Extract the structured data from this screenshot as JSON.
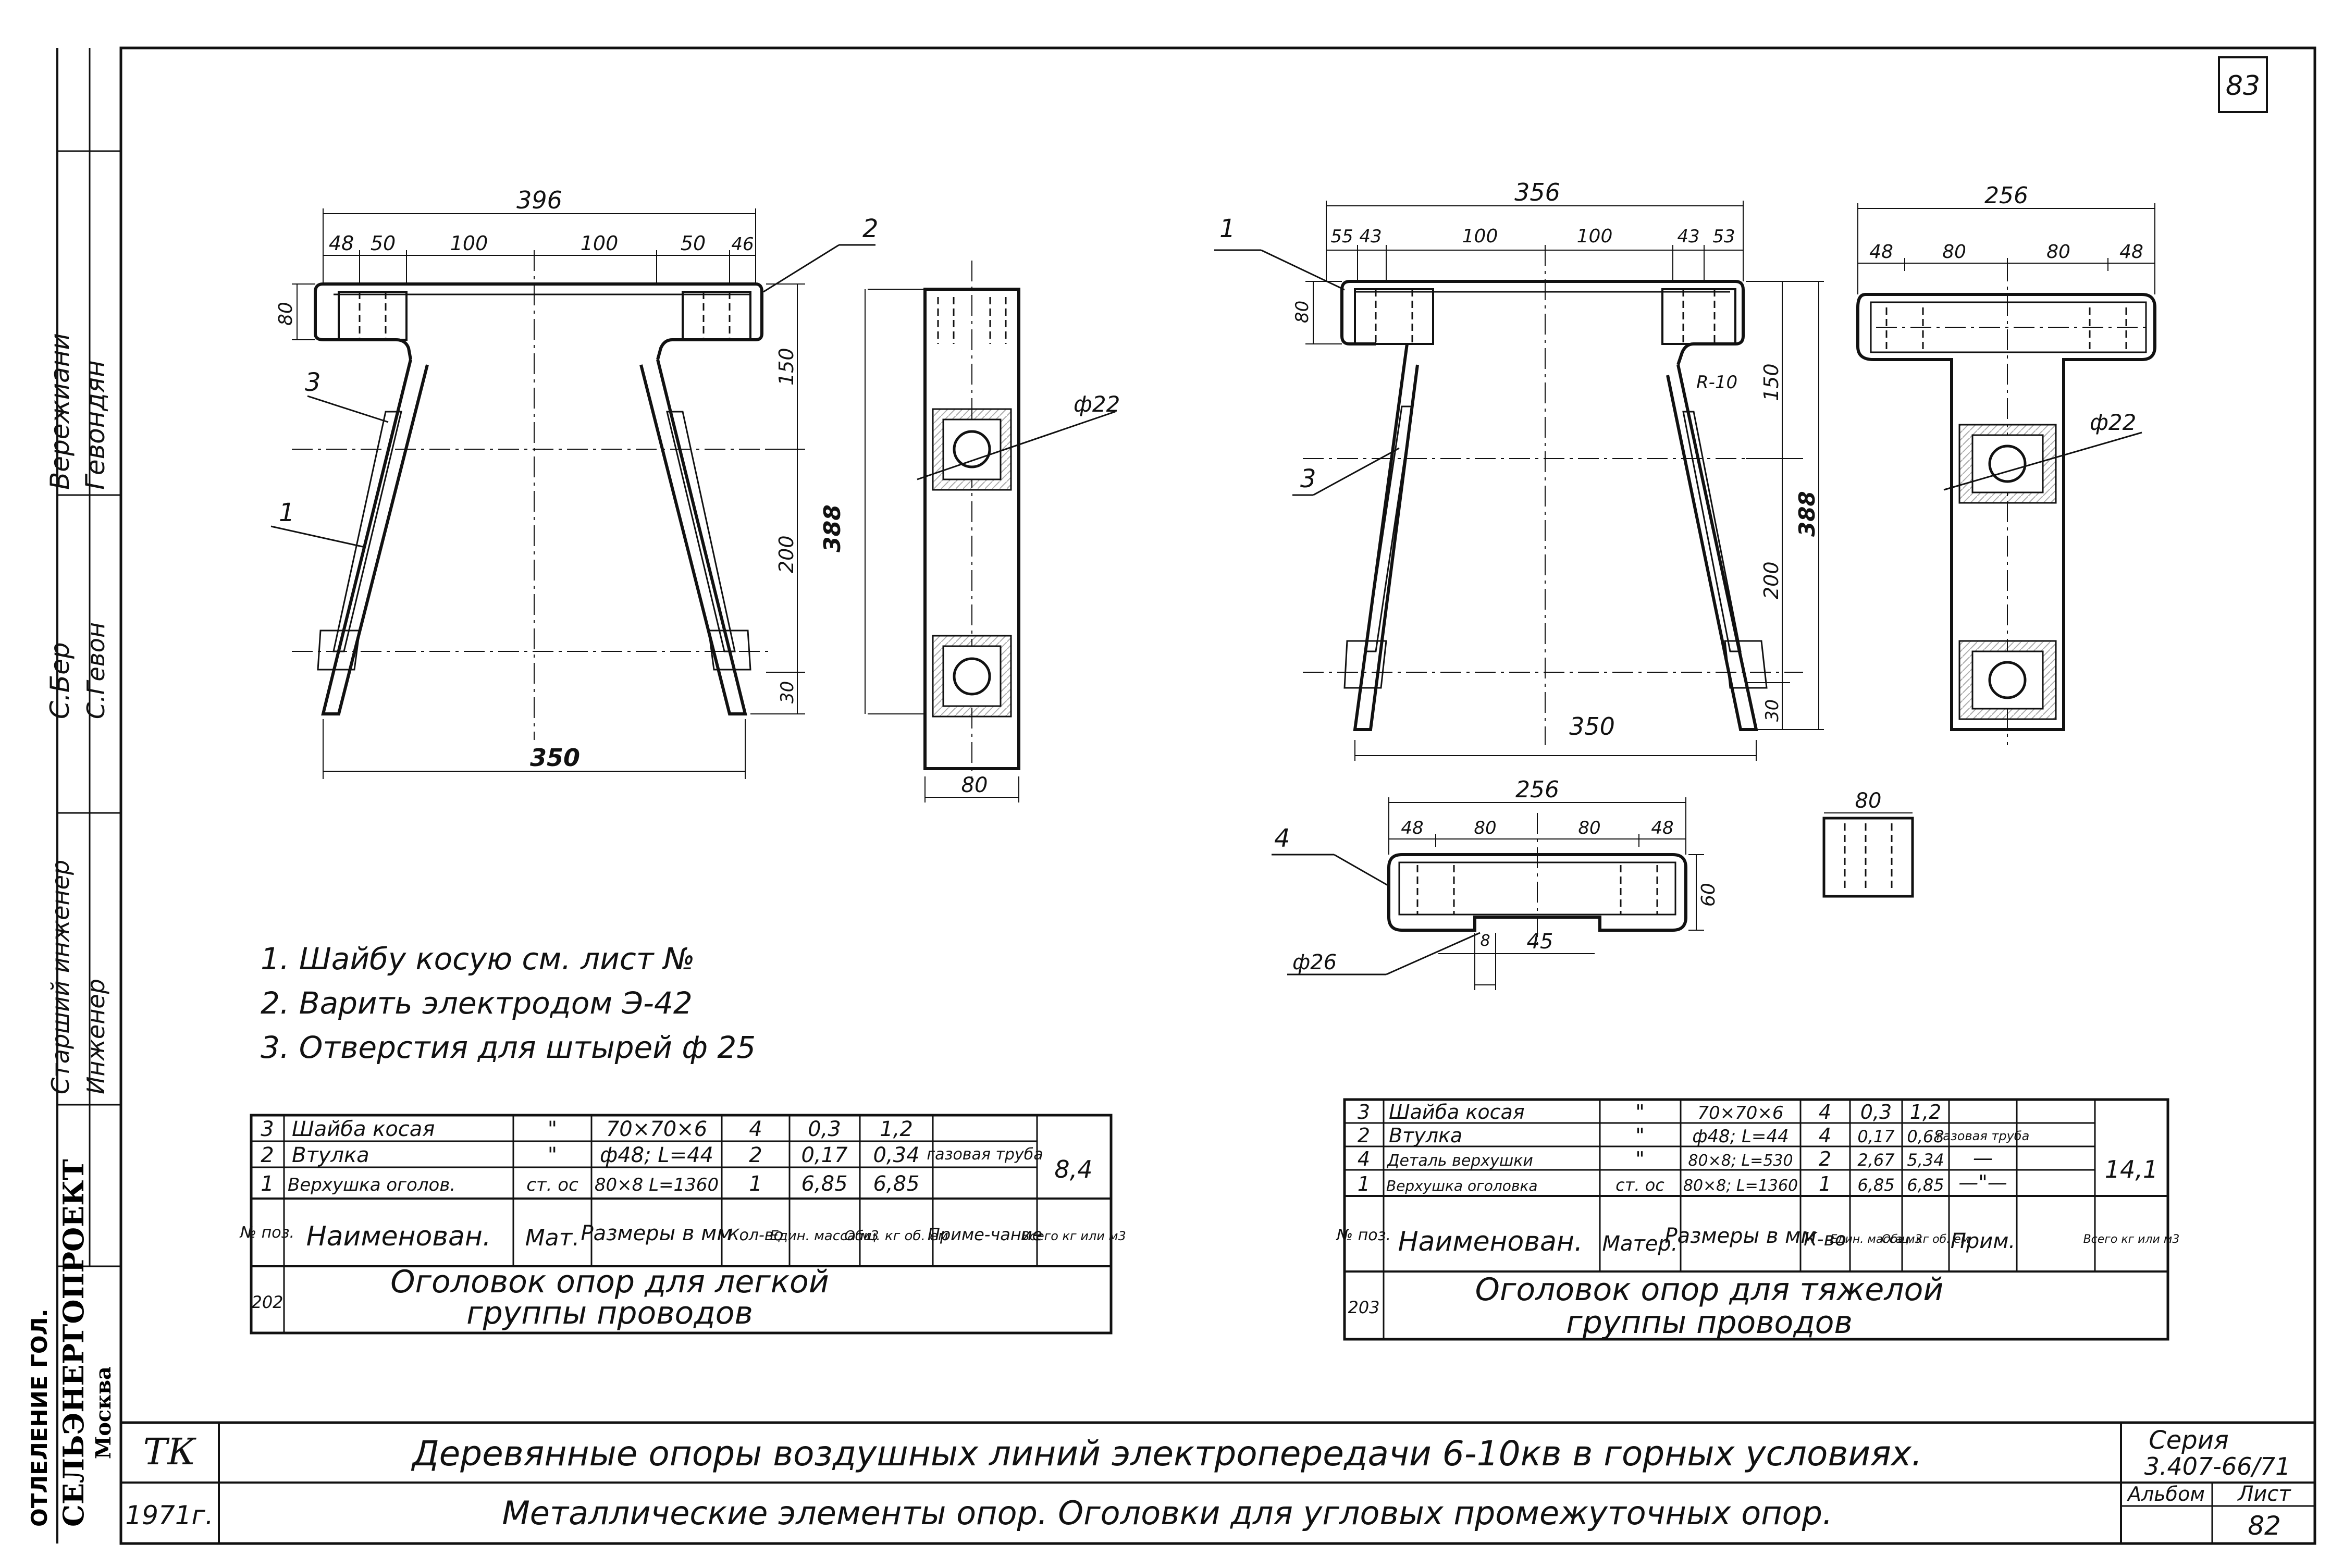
{
  "sheet": {
    "page_number": "83"
  },
  "side_stamp": {
    "people": [
      "Вережиани",
      "Гевондян",
      "С.Бер",
      "С.Гевон"
    ],
    "roles": [
      "Старший инженер",
      "Инженер"
    ],
    "org_line1": "СЕЛЬЭНЕРГОПРОЕКТ",
    "org_line2": "Москва",
    "org_top": "ОТЛЕЛЕНИЕ ГОЛ."
  },
  "drawing_left": {
    "dims": {
      "overall_top": "396",
      "d48": "48",
      "d50": "50",
      "d100a": "100",
      "d100b": "100",
      "d50r": "50",
      "d46": "46",
      "h80": "80",
      "h150": "150",
      "h200": "200",
      "h30": "30",
      "h388": "388",
      "bottom": "350",
      "side_w": "80",
      "hole": "ф22"
    },
    "callouts": [
      "1",
      "2",
      "3"
    ]
  },
  "drawing_right": {
    "dims": {
      "overall_top": "356",
      "d55": "55",
      "d43": "43",
      "d100a": "100",
      "d100b": "100",
      "d43r": "43",
      "d53": "53",
      "h80": "80",
      "h150": "150",
      "h200": "200",
      "h30": "30",
      "h388": "388",
      "r10": "R-10",
      "bottom": "350",
      "t_top": "256",
      "t48a": "48",
      "t80a": "80",
      "t80b": "80",
      "t48b": "48",
      "hole": "ф22"
    },
    "callouts": [
      "1",
      "3"
    ]
  },
  "drawing_detail": {
    "dims": {
      "top": "256",
      "d48a": "48",
      "d80a": "80",
      "d80b": "80",
      "d48b": "48",
      "h60": "60",
      "d45": "45",
      "d8": "8",
      "hole": "ф26",
      "side_w": "80"
    },
    "callout": "4"
  },
  "notes": [
    "1. Шайбу косую см. лист №",
    "2. Варить электродом Э-42",
    "3. Отверстия для штырей ф 25"
  ],
  "table_left": {
    "rows": [
      [
        "3",
        "Шайба косая",
        "\"",
        "70×70×6",
        "4",
        "0,3",
        "1,2"
      ],
      [
        "2",
        "Втулка",
        "\"",
        "ф48; L=44",
        "2",
        "0,17",
        "0,34"
      ],
      [
        "1",
        "Верхушка оголов.",
        "ст. ос",
        "80×8  L=1360",
        "1",
        "6,85",
        "6,85"
      ]
    ],
    "note_merged": "газовая труба",
    "total": "8,4",
    "header": [
      "№ поз.",
      "Наименован.",
      "Мат.",
      "Размеры в мм",
      "Кол-во",
      "Един. масса м3",
      "Общ. кг об. ем",
      "Приме-чание",
      "Всего кг или м3"
    ],
    "code": "202",
    "title_line1": "Оголовок опор для легкой",
    "title_line2": "группы проводов"
  },
  "table_right": {
    "rows": [
      [
        "3",
        "Шайба косая",
        "\"",
        "70×70×6",
        "4",
        "0,3",
        "1,2",
        ""
      ],
      [
        "2",
        "Втулка",
        "\"",
        "ф48; L=44",
        "4",
        "0,17",
        "0,68",
        "газовая труба"
      ],
      [
        "4",
        "Деталь верхушки",
        "\"",
        "80×8; L=530",
        "2",
        "2,67",
        "5,34",
        "—"
      ],
      [
        "1",
        "Верхушка оголовка",
        "ст. ос",
        "80×8; L=1360",
        "1",
        "6,85",
        "6,85",
        "—\"—"
      ]
    ],
    "total": "14,1",
    "header": [
      "№ поз.",
      "Наименован.",
      "Матер.",
      "Размеры в мм",
      "К-во",
      "Един. масса м3",
      "Общ. кг об. ем",
      "Прим.",
      "Всего кг или м3"
    ],
    "code": "203",
    "title_line1": "Оголовок опор для тяжелой",
    "title_line2": "группы проводов"
  },
  "title_block": {
    "code": "ТК",
    "year": "1971г.",
    "line1": "Деревянные опоры воздушных линий электропередачи 6-10кв в горных условиях.",
    "line2": "Металлические элементы опор. Оголовки для угловых промежуточных опор.",
    "series_label": "Серия",
    "series": "3.407-66/71",
    "album_label": "Альбом",
    "sheet_label": "Лист",
    "sheet": "82"
  }
}
